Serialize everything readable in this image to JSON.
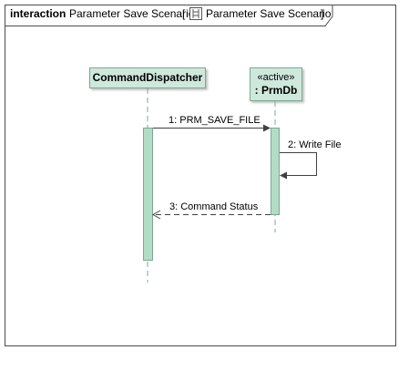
{
  "frame": {
    "keyword": "interaction",
    "name": "Parameter Save Scenario",
    "reference_open": "[",
    "reference_name": "Parameter Save Scenario",
    "reference_close": "]",
    "icon": "sequence-diagram-icon"
  },
  "lifelines": [
    {
      "name": "CommandDispatcher",
      "stereotype": ""
    },
    {
      "name": ": PrmDb",
      "stereotype": "«active»"
    }
  ],
  "messages": [
    {
      "label": "1: PRM_SAVE_FILE",
      "from": "CommandDispatcher",
      "to": ": PrmDb",
      "kind": "synchronous"
    },
    {
      "label": "2: Write File",
      "from": ": PrmDb",
      "to": ": PrmDb",
      "kind": "self"
    },
    {
      "label": "3: Command Status",
      "from": ": PrmDb",
      "to": "CommandDispatcher",
      "kind": "reply"
    }
  ],
  "colors": {
    "lifeline_fill": "#cfe8dc",
    "lifeline_border": "#7aa893",
    "activation_fill": "#b3dcc6",
    "frame_border": "#4b4b4b",
    "message_line": "#404040"
  }
}
